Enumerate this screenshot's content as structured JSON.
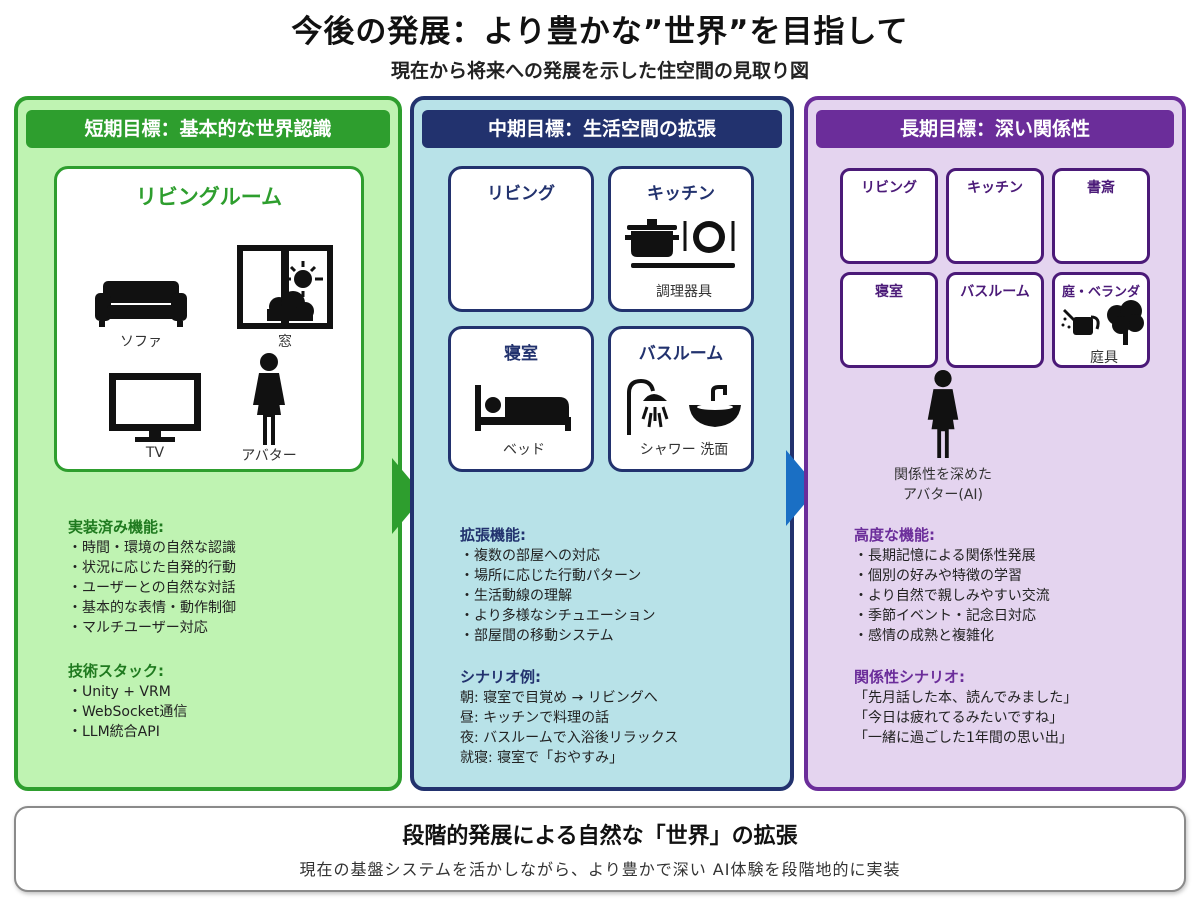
{
  "header": {
    "title": "今後の発展：より豊かな”世界”を目指して",
    "subtitle": "現在から将来への発展を示した住空間の見取り図"
  },
  "short_term": {
    "heading": "短期目標：基本的な世界認識",
    "room_title": "リビングルーム",
    "items": {
      "sofa": "ソファ",
      "window": "窓",
      "tv": "TV",
      "avatar": "アバター"
    },
    "impl_heading": "実装済み機能:",
    "impl": [
      "・時間・環境の自然な認識",
      "・状況に応じた自発的行動",
      "・ユーザーとの自然な対話",
      "・基本的な表情・動作制御",
      "・マルチユーザー対応"
    ],
    "tech_heading": "技術スタック:",
    "tech": [
      "・Unity + VRM",
      "・WebSocket通信",
      "・LLM統合API"
    ]
  },
  "mid_term": {
    "heading": "中期目標：生活空間の拡張",
    "rooms": {
      "living": "リビング",
      "kitchen": "キッチン",
      "bedroom": "寝室",
      "bathroom": "バスルーム"
    },
    "items": {
      "cookware": "調理器具",
      "bed": "ベッド",
      "shower_sink": "シャワー 洗面"
    },
    "ext_heading": "拡張機能:",
    "ext": [
      "・複数の部屋への対応",
      "・場所に応じた行動パターン",
      "・生活動線の理解",
      "・より多様なシチュエーション",
      "・部屋間の移動システム"
    ],
    "scen_heading": "シナリオ例:",
    "scen": [
      "朝: 寝室で目覚め → リビングへ",
      "昼: キッチンで料理の話",
      "夜: バスルームで入浴後リラックス",
      "就寝: 寝室で「おやすみ」"
    ]
  },
  "long_term": {
    "heading": "長期目標：深い関係性",
    "rooms": {
      "living": "リビング",
      "kitchen": "キッチン",
      "study": "書斎",
      "bedroom": "寝室",
      "bathroom": "バスルーム",
      "garden": "庭・ベランダ"
    },
    "items": {
      "garden_tools": "庭具"
    },
    "avatar_caption_1": "関係性を深めた",
    "avatar_caption_2": "アバター(AI)",
    "adv_heading": "高度な機能:",
    "adv": [
      "・長期記憶による関係性発展",
      "・個別の好みや特徴の学習",
      "・より自然で親しみやすい交流",
      "・季節イベント・記念日対応",
      "・感情の成熟と複雑化"
    ],
    "rel_heading": "関係性シナリオ:",
    "rel": [
      "「先月話した本、読んでみました」",
      "「今日は疲れてるみたいですね」",
      "「一緒に過ごした1年間の思い出」"
    ]
  },
  "footer": {
    "heading": "段階的発展による自然な「世界」の拡張",
    "text": "現在の基盤システムを活かしながら、より豊かで深い AI体験を段階地的に実装"
  },
  "colors": {
    "green": "#2e9e2e",
    "navy": "#22326e",
    "purple": "#6b2d9a",
    "arrow_green": "#2e9e2e",
    "arrow_blue": "#1a6fc4"
  }
}
